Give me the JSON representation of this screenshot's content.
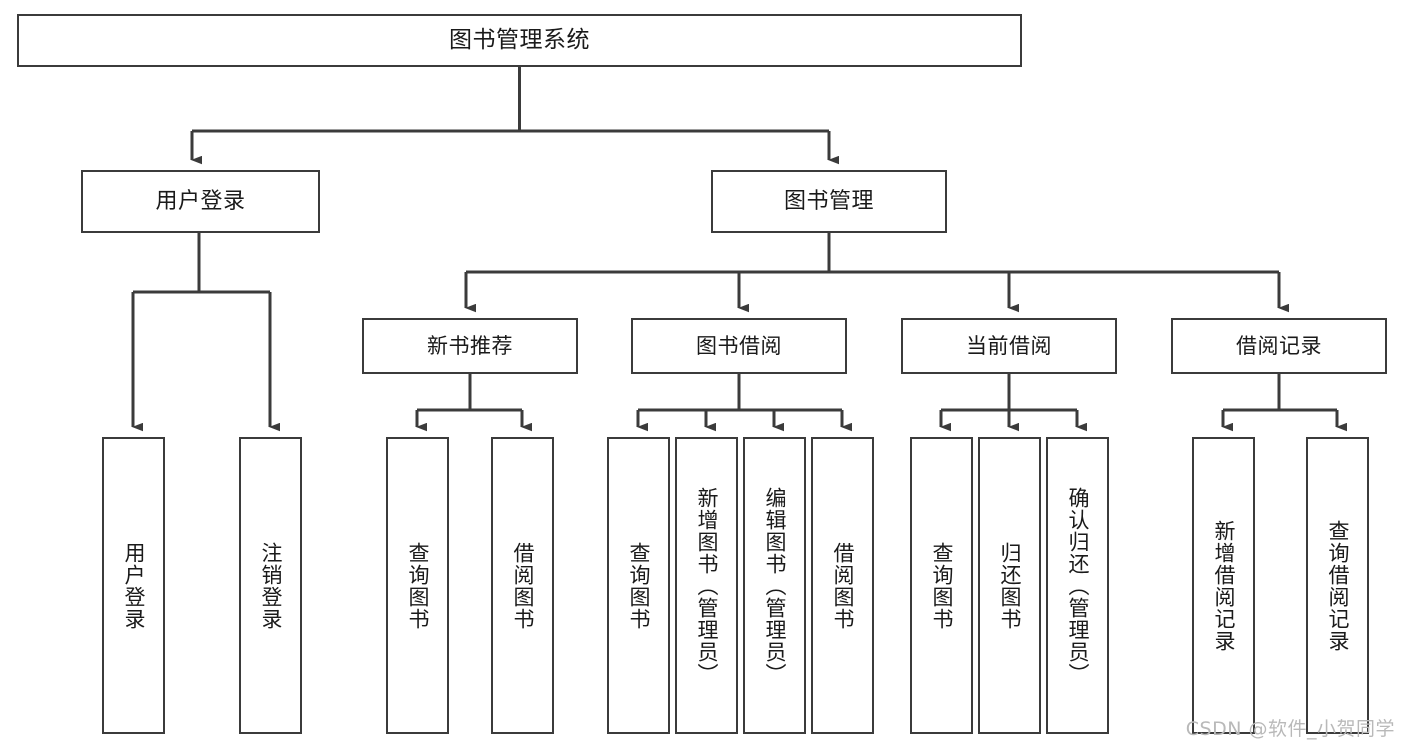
{
  "diagram": {
    "title": "图书管理系统",
    "type": "functional-structure-tree",
    "root": {
      "label": "图书管理系统"
    },
    "level2": [
      {
        "id": "user-login",
        "label": "用户登录"
      },
      {
        "id": "book-manage",
        "label": "图书管理"
      }
    ],
    "level3": [
      {
        "id": "new-book-recommend",
        "label": "新书推荐"
      },
      {
        "id": "book-borrow",
        "label": "图书借阅"
      },
      {
        "id": "current-borrow",
        "label": "当前借阅"
      },
      {
        "id": "borrow-record",
        "label": "借阅记录"
      }
    ],
    "leaves": {
      "user_login": [
        {
          "id": "leaf-user-login",
          "label": "用户登录"
        },
        {
          "id": "leaf-logout-login",
          "label": "注销登录"
        }
      ],
      "new_book_recommend": [
        {
          "id": "leaf-query-book-1",
          "label": "查询图书"
        },
        {
          "id": "leaf-borrow-book-1",
          "label": "借阅图书"
        }
      ],
      "book_borrow": [
        {
          "id": "leaf-query-book-2",
          "label": "查询图书"
        },
        {
          "id": "leaf-add-book",
          "label": "新增图书（管理员）"
        },
        {
          "id": "leaf-edit-book",
          "label": "编辑图书（管理员）"
        },
        {
          "id": "leaf-borrow-book-2",
          "label": "借阅图书"
        }
      ],
      "current_borrow": [
        {
          "id": "leaf-query-book-3",
          "label": "查询图书"
        },
        {
          "id": "leaf-return-book",
          "label": "归还图书"
        },
        {
          "id": "leaf-confirm-return",
          "label": "确认归还（管理员）"
        }
      ],
      "borrow_record": [
        {
          "id": "leaf-add-record",
          "label": "新增借阅记录"
        },
        {
          "id": "leaf-query-record",
          "label": "查询借阅记录"
        }
      ]
    }
  },
  "watermark": {
    "text": "CSDN @软件_小贺同学"
  },
  "colors": {
    "stroke": "#3b3b3b",
    "fill": "#ffffff",
    "text": "#1a1a1a",
    "watermark": "#b9b9b9"
  }
}
